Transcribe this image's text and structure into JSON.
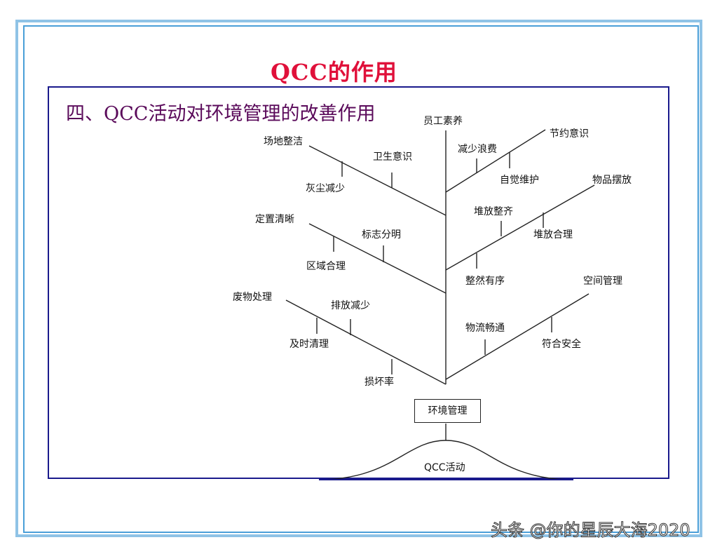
{
  "title": "QCC的作用",
  "subtitle": "四、QCC活动对环境管理的改善作用",
  "root_box": "环境管理",
  "base_label": "QCC活动",
  "top_label": "员工素养",
  "branches": {
    "left_1": {
      "main": "场地整洁",
      "subs": [
        "卫生意识",
        "灰尘减少"
      ]
    },
    "left_2": {
      "main": "定置清晰",
      "subs": [
        "标志分明",
        "区域合理"
      ]
    },
    "left_3": {
      "main": "废物处理",
      "subs": [
        "排放减少",
        "及时清理",
        "损坏率"
      ]
    },
    "right_1": {
      "main": "节约意识",
      "subs": [
        "减少浪费",
        "自觉维护"
      ]
    },
    "right_2": {
      "main": "物品摆放",
      "subs": [
        "堆放整齐",
        "堆放合理",
        "整然有序"
      ]
    },
    "right_3": {
      "main": "空间管理",
      "subs": [
        "物流畅通",
        "符合安全"
      ]
    }
  },
  "watermark": "头条 @你的星辰大海2020",
  "colors": {
    "title": "#e0103a",
    "subtitle": "#5a0a5a",
    "panel_border": "#1a1a8c",
    "frame": "#4a9fd8"
  }
}
